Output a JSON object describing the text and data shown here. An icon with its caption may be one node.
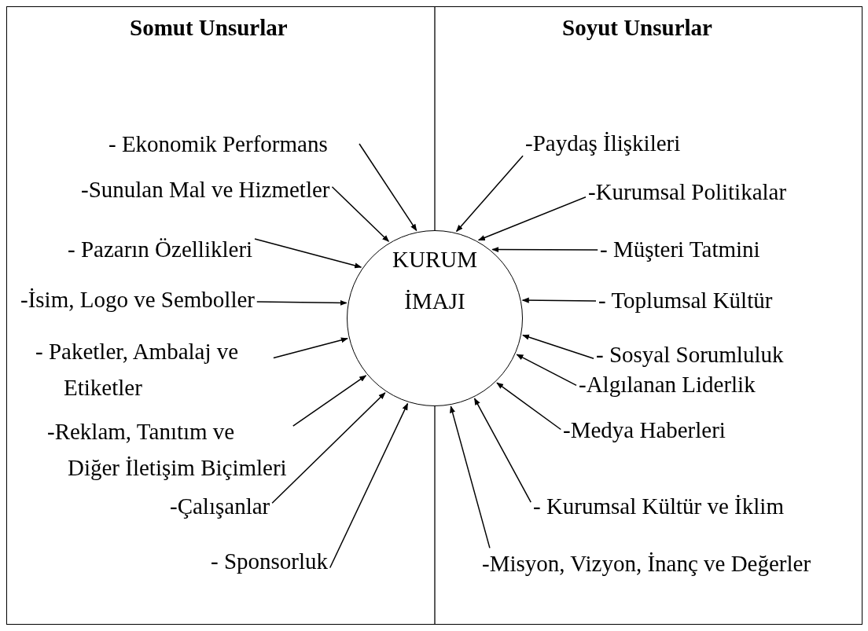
{
  "diagram": {
    "nodes": [
      {
        "text": [
          "KURUM İMAJI"
        ]
      },
      {
        "text": [
          "- Ekonomik Performans"
        ]
      },
      {
        "text": [
          "-Sunulan Mal ve Hizmetler"
        ]
      },
      {
        "text": [
          "- Pazarın Özellikleri"
        ]
      },
      {
        "text": [
          "-İsim, Logo ve Semboller"
        ]
      },
      {
        "text": [
          "- Paketler, Ambalaj ve Etiketler"
        ]
      },
      {
        "text": [
          "-Reklam, Tanıtım ve Diğer İletişim Biçimleri"
        ]
      },
      {
        "text": [
          "-Çalışanlar"
        ]
      },
      {
        "text": [
          "- Sponsorluk"
        ]
      },
      {
        "text": [
          "-Paydaş İlişkileri"
        ]
      },
      {
        "text": [
          "-Kurumsal Politikalar"
        ]
      },
      {
        "text": [
          "- Müşteri Tatmini"
        ]
      },
      {
        "text": [
          "- Toplumsal Kültür"
        ]
      },
      {
        "text": [
          "- Sosyal Sorumluluk"
        ]
      },
      {
        "text": [
          "-Algılanan Liderlik"
        ]
      },
      {
        "text": [
          "-Medya Haberleri"
        ]
      },
      {
        "text": [
          "- Kurumsal Kültür ve İklim"
        ]
      },
      {
        "text": [
          "-Misyon, Vizyon, İnanç ve Değerler"
        ]
      }
    ],
    "edges": [
      {
        "from": 1,
        "to": 0,
        "arrow": "to"
      },
      {
        "from": 2,
        "to": 0,
        "arrow": "to"
      },
      {
        "from": 3,
        "to": 0,
        "arrow": "to"
      },
      {
        "from": 4,
        "to": 0,
        "arrow": "to"
      },
      {
        "from": 5,
        "to": 0,
        "arrow": "to"
      },
      {
        "from": 6,
        "to": 0,
        "arrow": "to"
      },
      {
        "from": 7,
        "to": 0,
        "arrow": "to"
      },
      {
        "from": 8,
        "to": 0,
        "arrow": "to"
      },
      {
        "from": 9,
        "to": 0,
        "arrow": "to"
      },
      {
        "from": 10,
        "to": 0,
        "arrow": "to"
      },
      {
        "from": 11,
        "to": 0,
        "arrow": "to"
      },
      {
        "from": 12,
        "to": 0,
        "arrow": "to"
      },
      {
        "from": 13,
        "to": 0,
        "arrow": "to"
      },
      {
        "from": 14,
        "to": 0,
        "arrow": "to"
      },
      {
        "from": 15,
        "to": 0,
        "arrow": "to"
      },
      {
        "from": 16,
        "to": 0,
        "arrow": "to"
      },
      {
        "from": 17,
        "to": 0,
        "arrow": "to"
      }
    ],
    "labels": [
      "Somut Unsurlar",
      "Soyut Unsurlar"
    ]
  }
}
